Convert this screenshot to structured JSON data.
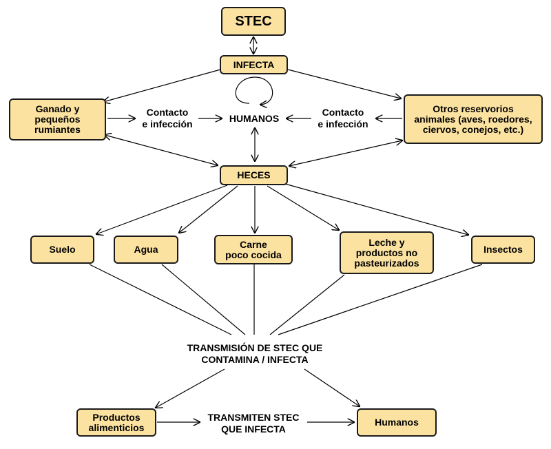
{
  "nodes": {
    "stec": "STEC",
    "infecta": "INFECTA",
    "ganado": "Ganado y\npequeños\nrumiantes",
    "otros": "Otros reservorios\nanimales (aves, roedores,\nciervos, conejos, etc.)",
    "humanos_center": "HUMANOS",
    "contacto_left": "Contacto\ne infección",
    "contacto_right": "Contacto\ne infección",
    "heces": "HECES",
    "suelo": "Suelo",
    "agua": "Agua",
    "carne": "Carne\npoco cocida",
    "leche": "Leche y\nproductos no\npasteurizados",
    "insectos": "Insectos",
    "transmision": "TRANSMISIÓN DE STEC QUE\nCONTAMINA / INFECTA",
    "productos": "Productos\nalimenticios",
    "transmiten": "TRANSMITEN STEC\nQUE INFECTA",
    "humanos_bottom": "Humanos"
  },
  "colors": {
    "box_fill": "#fbe2a0",
    "box_border": "#1a1a1a",
    "line": "#000000"
  }
}
